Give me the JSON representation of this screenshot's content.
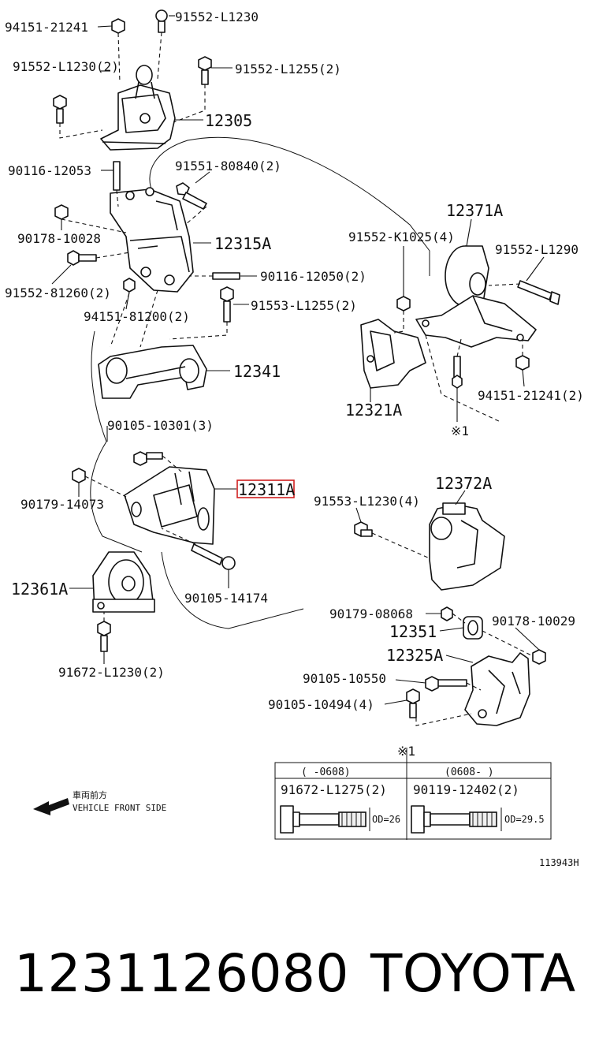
{
  "labels": {
    "l01": "94151-21241",
    "l02": "91552-L1230",
    "l03": "91552-L1230(2)",
    "l04": "91552-L1255(2)",
    "l05": "12305",
    "l06": "90116-12053",
    "l07": "91551-80840(2)",
    "l08": "90178-10028",
    "l09": "12315A",
    "l10": "91552-81260(2)",
    "l11": "90116-12050(2)",
    "l12": "94151-81200(2)",
    "l13": "91553-L1255(2)",
    "l14": "12341",
    "l15": "12371A",
    "l16": "91552-K1025(4)",
    "l17": "91552-L1290",
    "l18": "94151-21241(2)",
    "l19": "12321A",
    "l20": "※1",
    "l21": "90105-10301(3)",
    "l22": "90179-14073",
    "l23": "12311A",
    "l24": "12372A",
    "l25": "91553-L1230(4)",
    "l26": "12361A",
    "l27": "90105-14174",
    "l28": "90179-08068",
    "l29": "12351",
    "l30": "90178-10029",
    "l31": "12325A",
    "l32": "90105-10550",
    "l33": "90105-10494(4)",
    "l34": "91672-L1230(2)",
    "l35": "※1"
  },
  "table": {
    "col1_header": "(   -0608)",
    "col2_header": "(0608-   )",
    "col1_part": "91672-L1275(2)",
    "col2_part": "90119-12402(2)",
    "col1_od": "OD=26",
    "col2_od": "OD=29.5"
  },
  "front": {
    "jp": "車両前方",
    "en": "VEHICLE FRONT SIDE"
  },
  "diagram_code": "113943H",
  "footer": {
    "part_number": "1231126080",
    "brand": "TOYOTA"
  },
  "highlight_color": "#d02020"
}
